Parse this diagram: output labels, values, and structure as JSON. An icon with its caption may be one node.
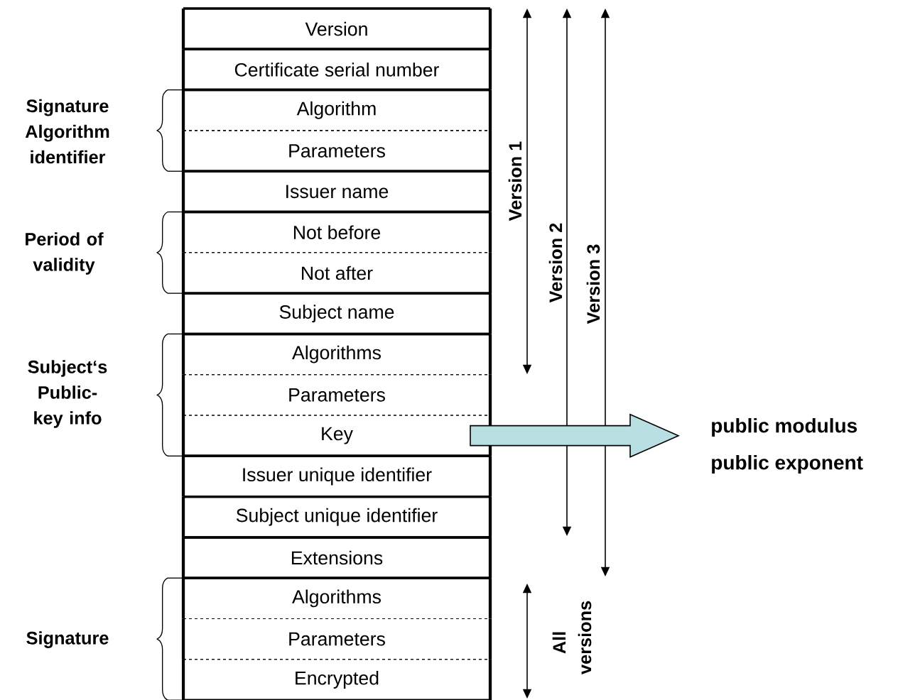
{
  "diagram": {
    "nodes": [
      {
        "text": [
          "Version"
        ]
      },
      {
        "text": [
          "Certificate serial number"
        ]
      },
      {
        "text": [
          "Algorithm"
        ]
      },
      {
        "text": [
          "Parameters"
        ]
      },
      {
        "text": [
          "Issuer name"
        ]
      },
      {
        "text": [
          "Not before"
        ]
      },
      {
        "text": [
          "Not after"
        ]
      },
      {
        "text": [
          "Subject name"
        ]
      },
      {
        "text": [
          "Algorithms"
        ]
      },
      {
        "text": [
          "Parameters"
        ]
      },
      {
        "text": [
          "Key"
        ]
      },
      {
        "text": [
          "Issuer unique identifier"
        ]
      },
      {
        "text": [
          "Subject unique identifier"
        ]
      },
      {
        "text": [
          "Extensions"
        ]
      },
      {
        "text": [
          "Algorithms"
        ]
      },
      {
        "text": [
          "Parameters"
        ]
      },
      {
        "text": [
          "Encrypted"
        ]
      },
      {
        "text": [
          "public modulus",
          "public exponent"
        ]
      }
    ],
    "edges": [
      {
        "from": 10,
        "to": 17,
        "arrow": "to",
        "color": "#b9dfe2"
      }
    ],
    "labels": [
      "Signature Algorithm identifier",
      "Version 1",
      "Period of validity",
      "Version 2",
      "Version 3",
      "Subject‘s Public-key info",
      "All versions",
      "Signature"
    ]
  }
}
